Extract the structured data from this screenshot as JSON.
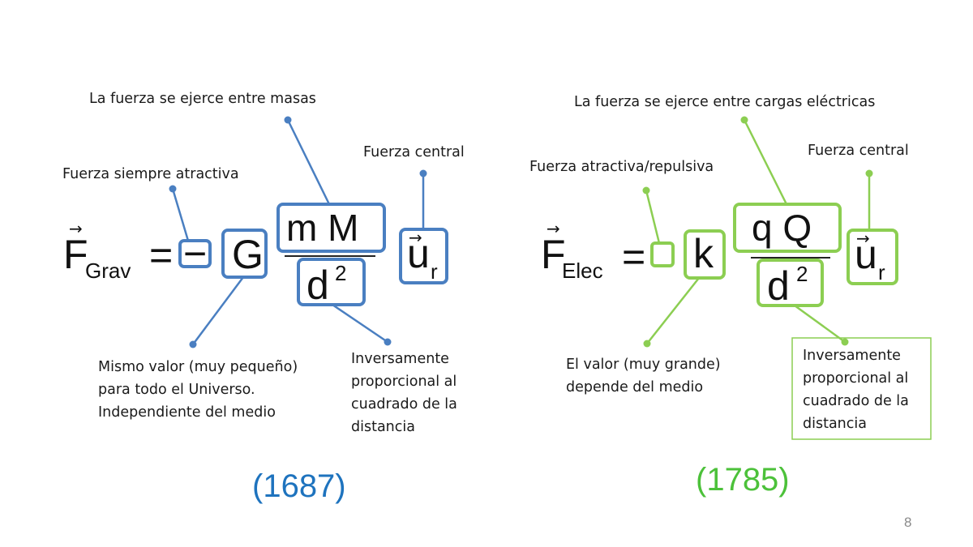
{
  "colors": {
    "grav": "#4a7fc1",
    "elec": "#8cce52",
    "grav_year": "#1e73be",
    "elec_year": "#4cc13a"
  },
  "gravity": {
    "force_symbol": "F",
    "subscript": "Grav",
    "equals": "=",
    "sign": "−",
    "constant": "G",
    "numerator": "m  M",
    "denominator": "d",
    "exponent": "2",
    "unit_vector": "u",
    "unit_sub": "r",
    "notes": {
      "masses": "La fuerza se ejerce entre masas",
      "central": "Fuerza central",
      "attractive": "Fuerza siempre atractiva",
      "constant_1": "Mismo valor (muy pequeño)",
      "constant_2": "para todo el Universo.",
      "constant_3": "Independiente del medio",
      "inverse_1": "Inversamente",
      "inverse_2": "proporcional al",
      "inverse_3": "cuadrado de la",
      "inverse_4": "distancia"
    },
    "year": "(1687)"
  },
  "electric": {
    "force_symbol": "F",
    "subscript": "Elec",
    "equals": "=",
    "constant": "k",
    "numerator": "q  Q",
    "denominator": "d",
    "exponent": "2",
    "unit_vector": "u",
    "unit_sub": "r",
    "notes": {
      "charges": "La fuerza se ejerce entre cargas eléctricas",
      "central": "Fuerza central",
      "attractive": "Fuerza atractiva/repulsiva",
      "constant_1": "El valor (muy grande)",
      "constant_2": "depende del medio",
      "inverse_1": "Inversamente",
      "inverse_2": "proporcional al",
      "inverse_3": "cuadrado de la",
      "inverse_4": "distancia"
    },
    "year": "(1785)"
  },
  "page_number": "8"
}
